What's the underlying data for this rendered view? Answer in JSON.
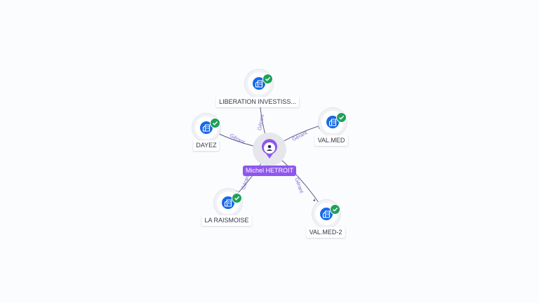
{
  "center": {
    "name": "Michel HETROIT",
    "icon": "person-icon",
    "color": "#8f57ee"
  },
  "relation_label": "Gérant",
  "companies": [
    {
      "name": "LIBERATION INVESTISS...",
      "icon": "company-icon",
      "verified": true
    },
    {
      "name": "VAL.MED",
      "icon": "company-icon",
      "verified": true
    },
    {
      "name": "DAYEZ",
      "icon": "company-icon",
      "verified": true
    },
    {
      "name": "LA RAISMOISE",
      "icon": "company-icon",
      "verified": true
    },
    {
      "name": "VAL.MED-2",
      "icon": "company-icon",
      "verified": true
    }
  ],
  "colors": {
    "company": "#1769e8",
    "verified": "#20a05a",
    "edge_label": "#7b6fd6"
  }
}
